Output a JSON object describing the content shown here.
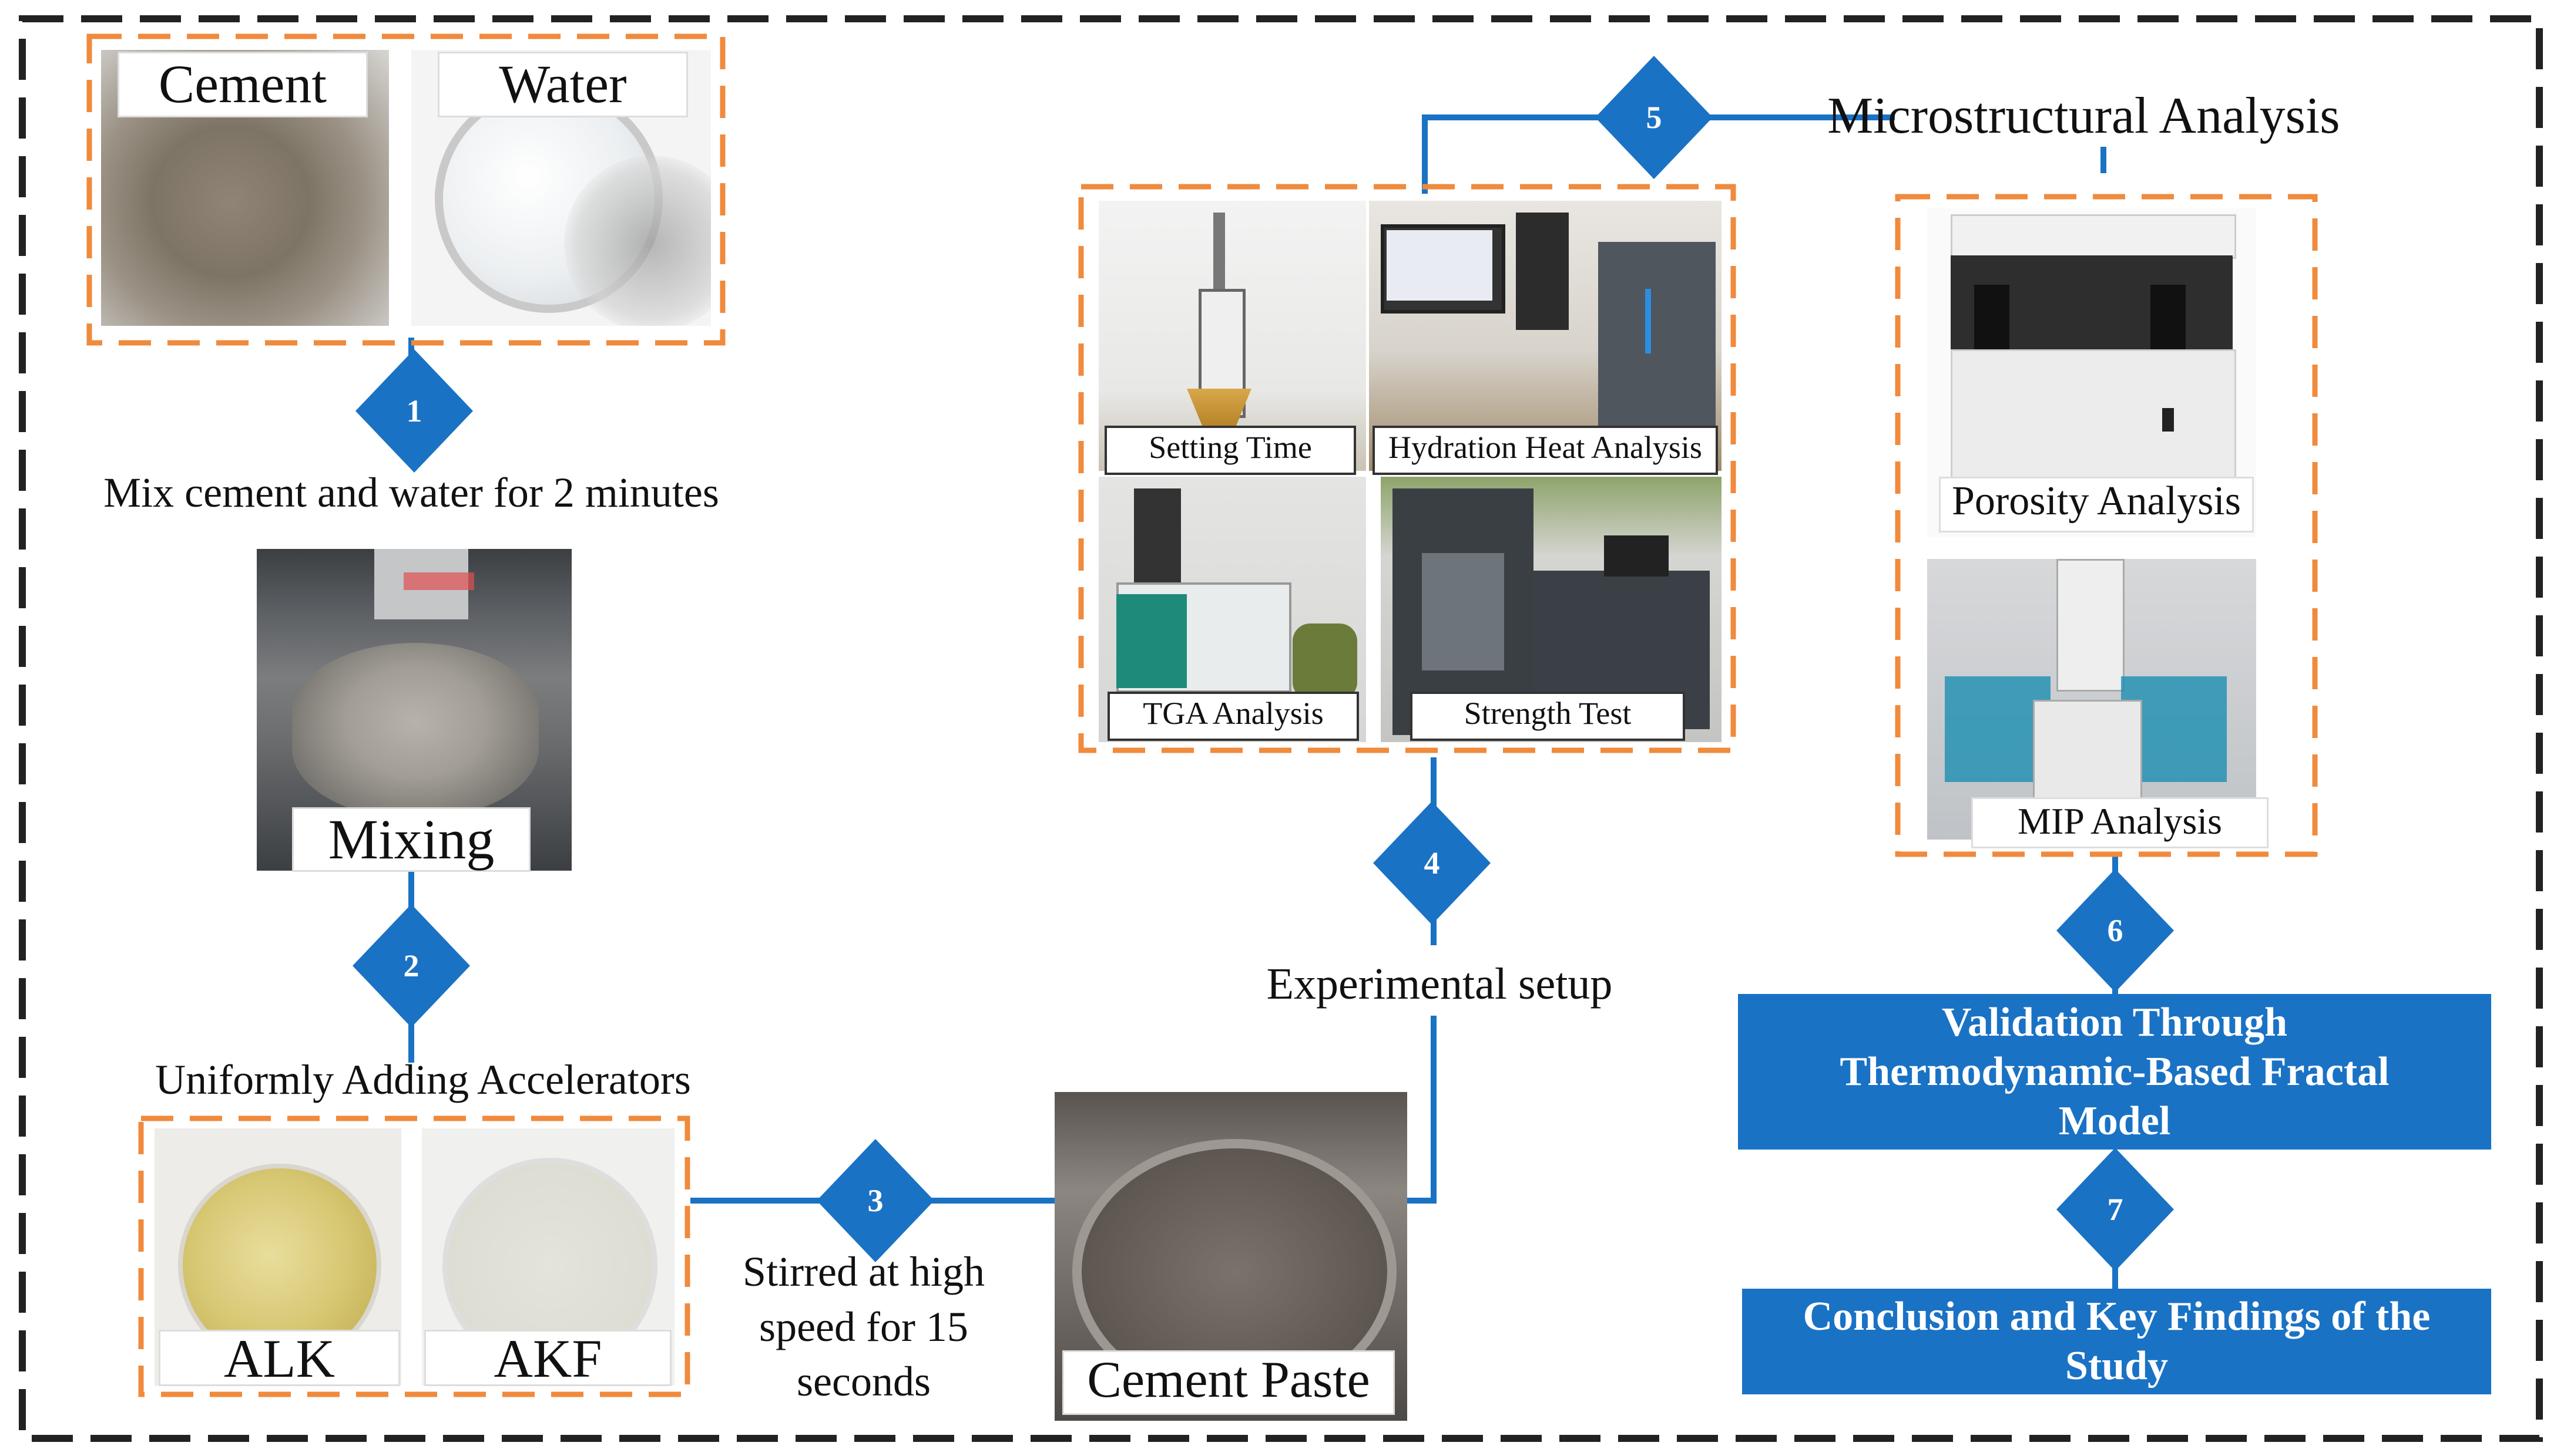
{
  "materials": {
    "cement": "Cement",
    "water": "Water"
  },
  "steps": [
    {
      "number": "1",
      "label": "Mix cement and water for 2 minutes"
    },
    {
      "number": "2",
      "label": "Uniformly Adding Accelerators"
    },
    {
      "number": "3",
      "label": "Stirred at high speed for 15 seconds",
      "label_lines": [
        "Stirred at high",
        "speed for 15",
        "seconds"
      ]
    },
    {
      "number": "4",
      "label": "Experimental setup"
    },
    {
      "number": "5",
      "label": "Microstructural Analysis"
    },
    {
      "number": "6",
      "label": "Validation Through Thermodynamic-Based Fractal Model",
      "label_lines": [
        "Validation Through",
        "Thermodynamic-Based Fractal",
        "Model"
      ]
    },
    {
      "number": "7",
      "label": "Conclusion and Key Findings of the Study",
      "label_lines": [
        "Conclusion and Key Findings of the",
        "Study"
      ]
    }
  ],
  "photos": {
    "mixing": "Mixing",
    "alk": "ALK",
    "akf": "AKF",
    "cement_paste": "Cement Paste",
    "setting_time": "Setting Time",
    "hydration_heat": "Hydration Heat Analysis",
    "tga": "TGA Analysis",
    "strength": "Strength Test",
    "porosity": "Porosity Analysis",
    "mip": "MIP Analysis"
  },
  "colors": {
    "accent_blue": "#1a72c4",
    "dash_orange": "#f08a3c",
    "frame": "#222222"
  },
  "icons": [
    "step-diamond",
    "flow-line"
  ]
}
